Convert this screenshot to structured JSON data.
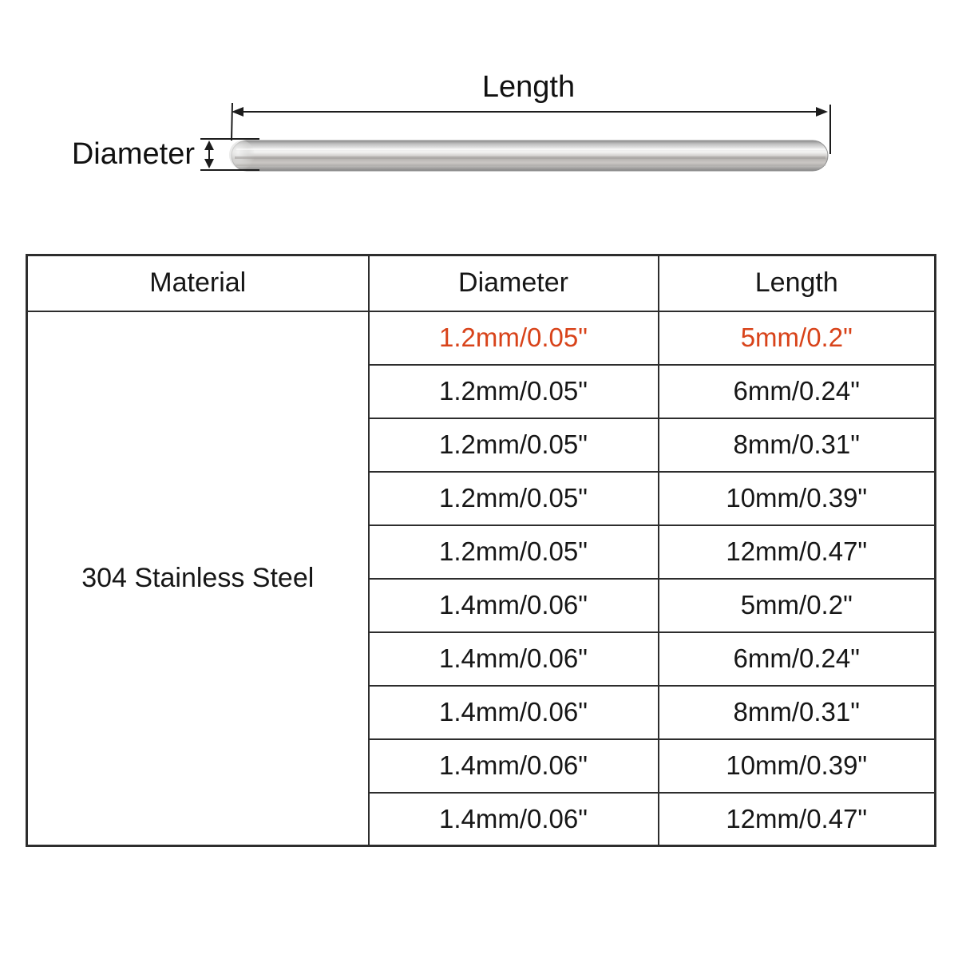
{
  "diagram": {
    "length_label": "Length",
    "diameter_label": "Diameter"
  },
  "table": {
    "headers": {
      "material": "Material",
      "diameter": "Diameter",
      "length": "Length"
    },
    "material_value": "304 Stainless Steel",
    "highlight_color": "#d8431a",
    "rows": [
      {
        "diameter": "1.2mm/0.05\"",
        "length": "5mm/0.2\""
      },
      {
        "diameter": "1.2mm/0.05\"",
        "length": "6mm/0.24\""
      },
      {
        "diameter": "1.2mm/0.05\"",
        "length": "8mm/0.31\""
      },
      {
        "diameter": "1.2mm/0.05\"",
        "length": "10mm/0.39\""
      },
      {
        "diameter": "1.2mm/0.05\"",
        "length": "12mm/0.47\""
      },
      {
        "diameter": "1.4mm/0.06\"",
        "length": "5mm/0.2\""
      },
      {
        "diameter": "1.4mm/0.06\"",
        "length": "6mm/0.24\""
      },
      {
        "diameter": "1.4mm/0.06\"",
        "length": "8mm/0.31\""
      },
      {
        "diameter": "1.4mm/0.06\"",
        "length": "10mm/0.39\""
      },
      {
        "diameter": "1.4mm/0.06\"",
        "length": "12mm/0.47\""
      }
    ]
  }
}
